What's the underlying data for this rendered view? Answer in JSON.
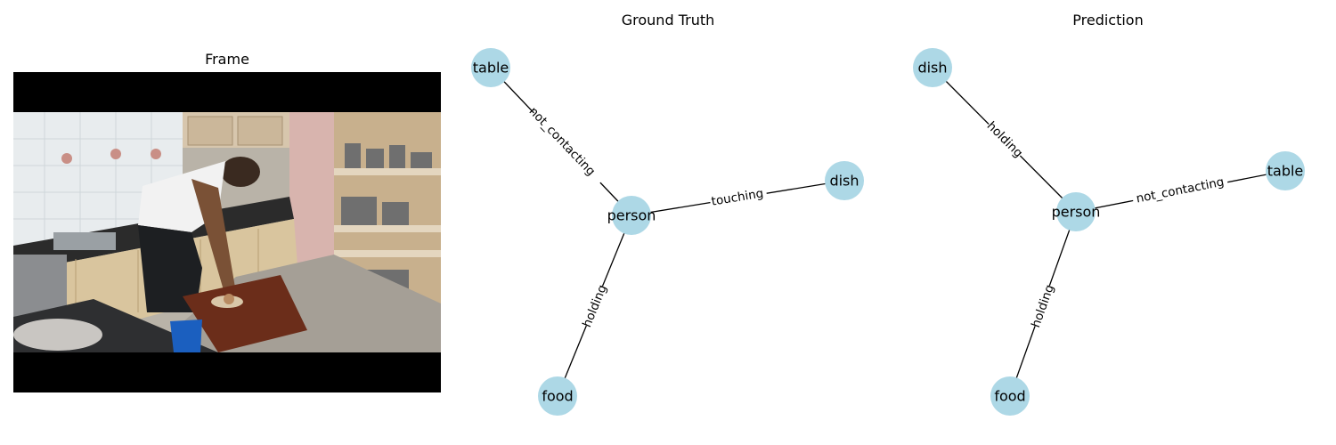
{
  "frame_panel": {
    "title": "Frame"
  },
  "ground_truth": {
    "title": "Ground Truth",
    "nodes": {
      "table": "table",
      "person": "person",
      "dish": "dish",
      "food": "food"
    },
    "edges": {
      "person_table": "not_contacting",
      "person_dish": "touching",
      "person_food": "holding"
    }
  },
  "prediction": {
    "title": "Prediction",
    "nodes": {
      "dish": "dish",
      "person": "person",
      "table": "table",
      "food": "food"
    },
    "edges": {
      "person_dish": "holding",
      "person_table": "not_contacting",
      "person_food": "holding"
    }
  },
  "colors": {
    "node_fill": "#add8e6",
    "edge": "#000000"
  }
}
